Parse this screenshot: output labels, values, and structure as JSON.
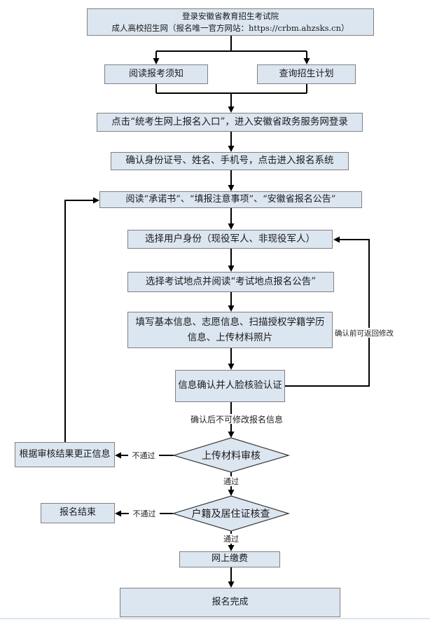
{
  "nodes": {
    "start": {
      "line1": "登录安徽省教育招生考试院",
      "line2": "成人高校招生网（报名唯一官方网站：https://crbm.ahzsks.cn）"
    },
    "read_notice": {
      "label": "阅读报考须知"
    },
    "query_plan": {
      "label": "查询招生计划"
    },
    "click_entry": {
      "label": "点击“统考生网上报名入口”，进入安徽省政务服务网登录"
    },
    "confirm_identity": {
      "label": "确认身份证号、姓名、手机号，点击进入报名系统"
    },
    "read_commitment": {
      "label": "阅读“承诺书”、“填报注意事项”、“安徽省报名公告”"
    },
    "select_user_type": {
      "label": "选择用户身份（现役军人、非现役军人）"
    },
    "select_exam_site": {
      "label": "选择考试地点并阅读“考试地点报名公告”"
    },
    "fill_info": {
      "label": "填写基本信息、志愿信息、扫描授权学籍学历信息、上传材料照片"
    },
    "confirm_face": {
      "label": "信息确认并人脸核验认证"
    },
    "decision_material": {
      "label": "上传材料审核"
    },
    "correct_info": {
      "label": "根据审核结果更正信息"
    },
    "decision_residence": {
      "label": "户籍及居住证核查"
    },
    "registration_end": {
      "label": "报名结束"
    },
    "online_payment": {
      "label": "网上缴费"
    },
    "registration_complete": {
      "label": "报名完成"
    }
  },
  "edge_labels": {
    "before_confirm": "确认前可返回修改",
    "after_confirm": "确认后不可修改报名信息",
    "material_fail": "不通过",
    "material_pass": "通过",
    "residence_fail": "不通过",
    "residence_pass": "通过"
  },
  "colors": {
    "node_fill": "#dce6f1",
    "node_border": "#808080",
    "line": "#000000",
    "page_bg": "#ffffff"
  }
}
